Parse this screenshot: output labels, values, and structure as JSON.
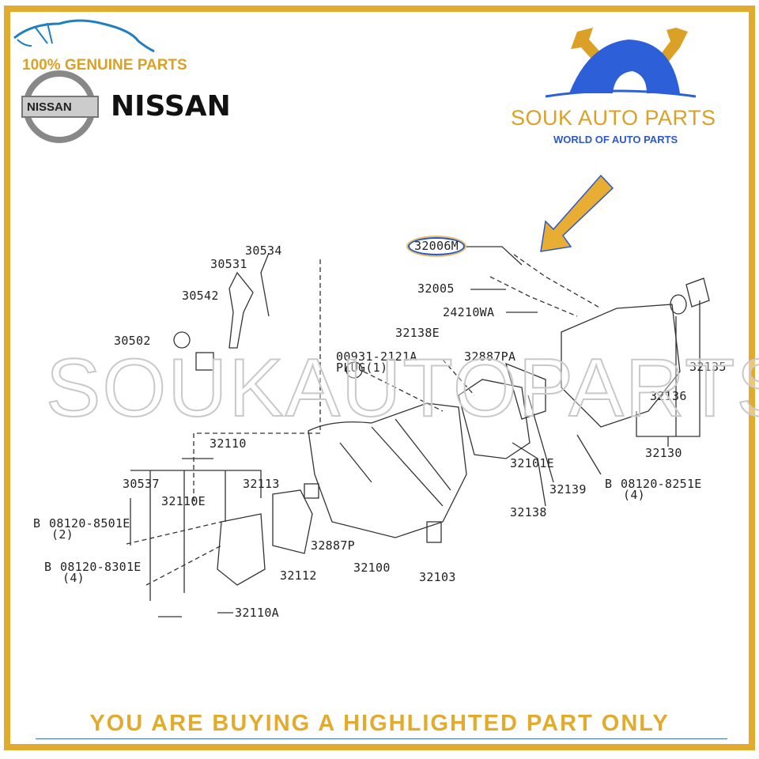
{
  "header": {
    "genuine_text": "100% GENUINE PARTS",
    "nissan_badge": "NISSAN",
    "nissan_word": "NISSAN",
    "store_name": "SOUK AUTO PARTS",
    "store_tagline": "WORLD OF AUTO PARTS"
  },
  "watermark": "SOUKAUTOPARTS",
  "highlighted_part": "32006M",
  "labels": {
    "l30534": "30534",
    "l30531": "30531",
    "l30542": "30542",
    "l30502": "30502",
    "l32005": "32005",
    "l24210WA": "24210WA",
    "l32138E": "32138E",
    "l00931": "00931-2121A",
    "plug": "PLUG(1)",
    "l32887PA": "32887PA",
    "l32135": "32135",
    "l32136": "32136",
    "l32130": "32130",
    "l32110": "32110",
    "l30537": "30537",
    "l32113": "32113",
    "l32110E": "32110E",
    "l32101E": "32101E",
    "l32139": "32139",
    "b8251": "08120-8251E",
    "b8251q": "(4)",
    "l32138": "32138",
    "b8501": "08120-8501E",
    "b8501q": "(2)",
    "l32887P": "32887P",
    "b8301": "08120-8301E",
    "b8301q": "(4)",
    "l32112": "32112",
    "l32100": "32100",
    "l32103": "32103",
    "l32110A": "32110A",
    "bolt_mark": "B"
  },
  "banner": "YOU ARE BUYING A HIGHLIGHTED PART ONLY",
  "colors": {
    "gold": "#e2ab2d",
    "blue": "#2d58c7"
  }
}
